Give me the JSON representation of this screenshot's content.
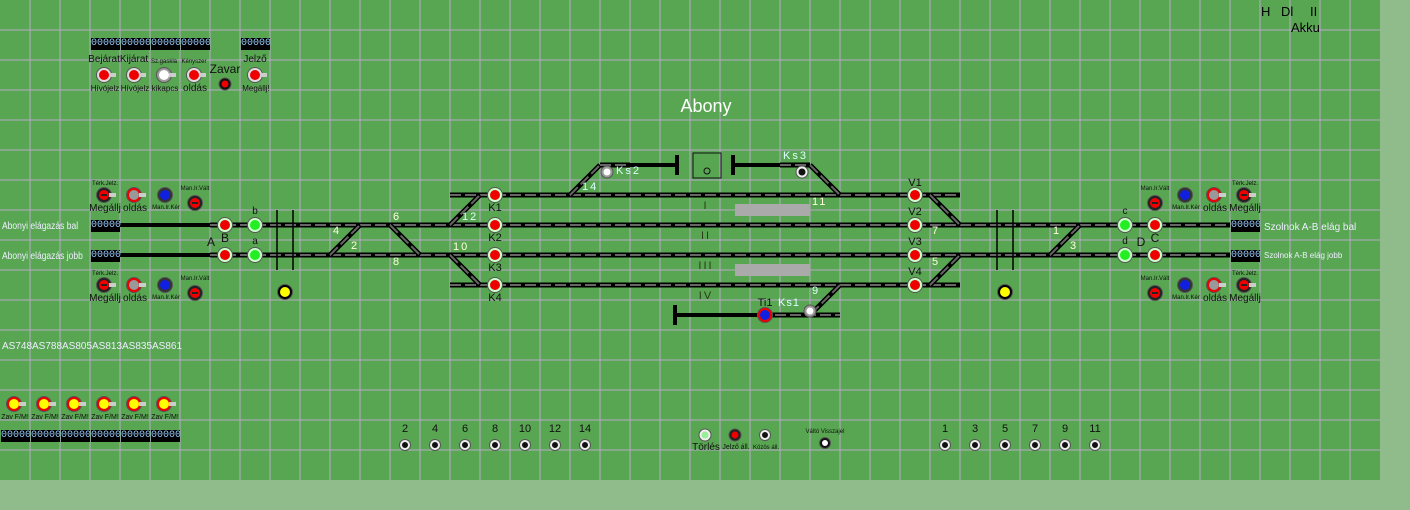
{
  "station_title": "Abony",
  "top_counters": [
    "00000",
    "00000",
    "00000",
    "00000",
    "00000"
  ],
  "top_buttons": [
    {
      "top": "Bejárat",
      "bottom": "Hívójelz"
    },
    {
      "top": "Kijárat",
      "bottom": "Hívójelz"
    },
    {
      "top": "Sz.gaskla",
      "bottom": "kikapcs"
    },
    {
      "top": "Kényszer",
      "bottom": "oldás"
    },
    {
      "top": "Zavar",
      "bottom": ""
    },
    {
      "top": "Jelző",
      "bottom": "Megállj!"
    }
  ],
  "indicators": {
    "h": "H",
    "d": "Dl",
    "akku": "Akku",
    "ii": "II"
  },
  "left_lines": [
    {
      "name": "Abonyi elágazás bal",
      "counter": "00000"
    },
    {
      "name": "Abonyi elágazás jobb",
      "counter": "00000"
    }
  ],
  "right_lines": [
    {
      "name": "Szolnok A-B elág bal",
      "counter": "00000"
    },
    {
      "name": "Szolnok A-B elág jobb",
      "counter": "00000"
    }
  ],
  "control_labels": {
    "terk_top": "Térk.Jelz.",
    "megallj": "Megállj",
    "terk_oldas_top": "Térk.Jelz.",
    "oldas": "oldás",
    "man_kerr": "Man.Ir.Kér",
    "man_valt": "Man.Ir.Vált"
  },
  "signals": {
    "B": "B",
    "A": "A",
    "b": "b",
    "a": "a",
    "K1": "K1",
    "K2": "K2",
    "K3": "K3",
    "K4": "K4",
    "V1": "V1",
    "V2": "V2",
    "V3": "V3",
    "V4": "V4",
    "c": "c",
    "d": "d",
    "C": "C",
    "D": "D",
    "Ks2": "Ks2",
    "Ks3": "Ks3",
    "Ks1": "Ks1",
    "Ti1": "Ti1"
  },
  "switches": [
    "1",
    "2",
    "3",
    "4",
    "5",
    "6",
    "7",
    "8",
    "9",
    "10",
    "11",
    "12",
    "14"
  ],
  "tracks": [
    "I",
    "II",
    "III",
    "IV"
  ],
  "as_units": [
    {
      "name": "AS748",
      "btn": "Zav F/M!",
      "counter": "00000"
    },
    {
      "name": "AS788",
      "btn": "Zav F/M!",
      "counter": "00000"
    },
    {
      "name": "AS805",
      "btn": "Zav F/M!",
      "counter": "00000"
    },
    {
      "name": "AS813",
      "btn": "Zav F/M!",
      "counter": "00000"
    },
    {
      "name": "AS835",
      "btn": "Zav F/M!",
      "counter": "00000"
    },
    {
      "name": "AS861",
      "btn": "Zav F/M!",
      "counter": "00000"
    }
  ],
  "bottom_left_switch_buttons": [
    "2",
    "4",
    "6",
    "8",
    "10",
    "12",
    "14"
  ],
  "bottom_right_switch_buttons": [
    "1",
    "3",
    "5",
    "7",
    "9",
    "11"
  ],
  "bottom_controls": {
    "torles": "Törlés",
    "jelzo_all": "Jelző áll.",
    "kozos_all": "Közös áll.",
    "valto_visszajel": "Váltó Visszajel"
  }
}
